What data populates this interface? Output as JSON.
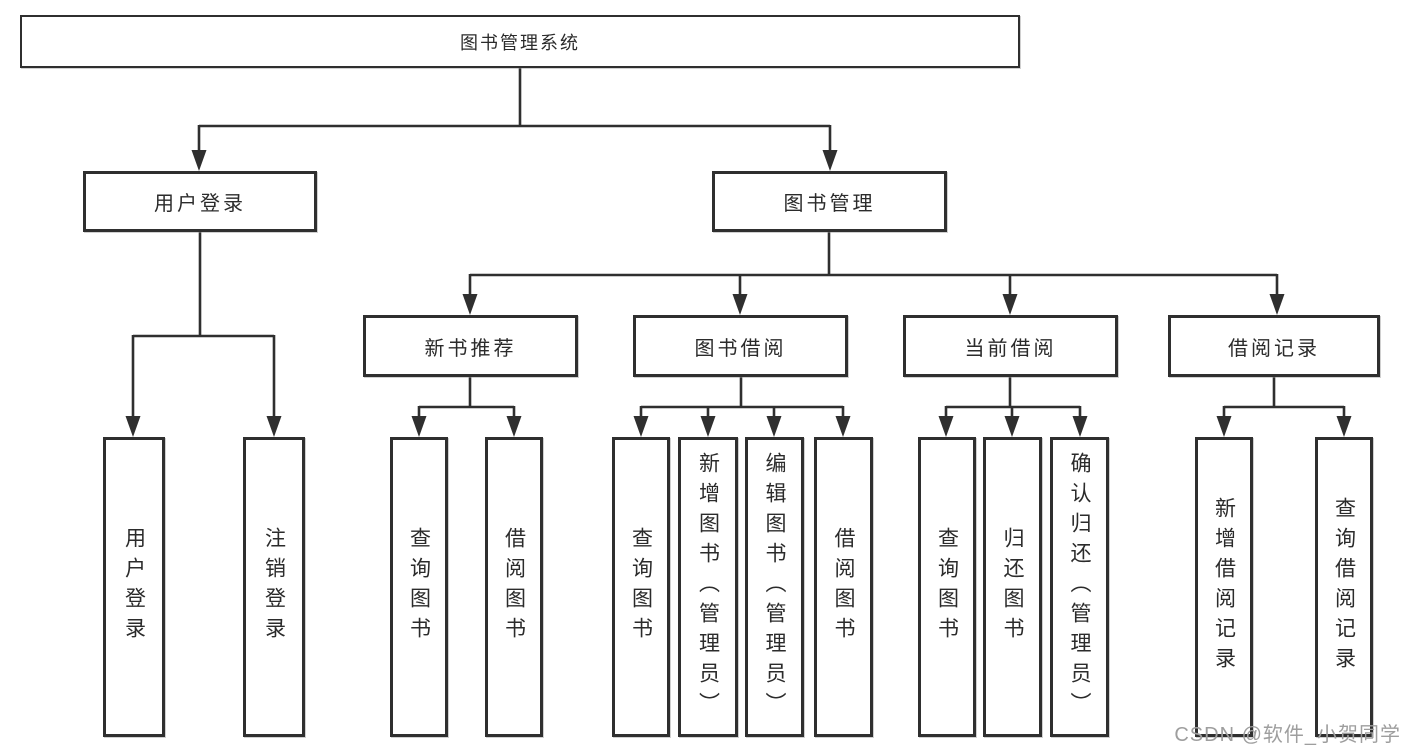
{
  "colors": {
    "line": "#2f2f2f",
    "text": "#2b2b2b",
    "background": "#ffffff",
    "watermark": "#9e9e9e"
  },
  "watermark": {
    "text": "CSDN @软件_小贺同学"
  },
  "nodes": {
    "root": {
      "label": "图书管理系统"
    },
    "user_login": {
      "label": "用户登录"
    },
    "book_management": {
      "label": "图书管理"
    },
    "new_book_recommend": {
      "label": "新书推荐"
    },
    "book_borrowing": {
      "label": "图书借阅"
    },
    "current_borrowing": {
      "label": "当前借阅"
    },
    "borrowing_records": {
      "label": "借阅记录"
    },
    "leaf_user_login": {
      "label": "用户登录"
    },
    "leaf_logout": {
      "label": "注销登录"
    },
    "leaf_query_books_recommend": {
      "label": "查询图书"
    },
    "leaf_borrow_books_recommend": {
      "label": "借阅图书"
    },
    "leaf_query_books_borrowing": {
      "label": "查询图书"
    },
    "leaf_add_books_admin": {
      "label": "新增图书（管理员）"
    },
    "leaf_edit_books_admin": {
      "label": "编辑图书（管理员）"
    },
    "leaf_borrow_books_borrowing": {
      "label": "借阅图书"
    },
    "leaf_query_books_current": {
      "label": "查询图书"
    },
    "leaf_return_books": {
      "label": "归还图书"
    },
    "leaf_confirm_return_admin": {
      "label": "确认归还（管理员）"
    },
    "leaf_add_borrow_record": {
      "label": "新增借阅记录"
    },
    "leaf_query_borrow_record": {
      "label": "查询借阅记录"
    }
  },
  "hierarchy": {
    "图书管理系统": {
      "用户登录": [
        "用户登录",
        "注销登录"
      ],
      "图书管理": {
        "新书推荐": [
          "查询图书",
          "借阅图书"
        ],
        "图书借阅": [
          "查询图书",
          "新增图书（管理员）",
          "编辑图书（管理员）",
          "借阅图书"
        ],
        "当前借阅": [
          "查询图书",
          "归还图书",
          "确认归还（管理员）"
        ],
        "借阅记录": [
          "新增借阅记录",
          "查询借阅记录"
        ]
      }
    }
  }
}
